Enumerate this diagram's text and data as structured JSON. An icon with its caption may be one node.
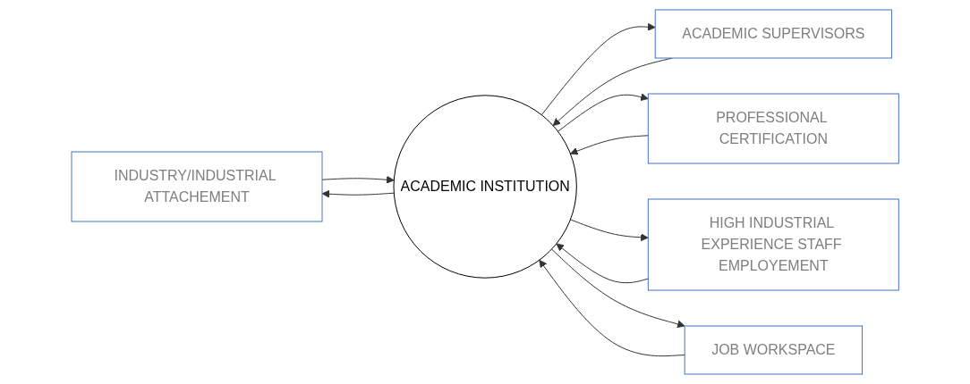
{
  "diagram": {
    "nodes": [
      {
        "text": [
          "INDUSTRY/INDUSTRIAL ATTACHEMENT"
        ]
      },
      {
        "text": [
          "ACADEMIC SUPERVISORS"
        ]
      },
      {
        "text": [
          "PROFESSIONAL CERTIFICATION"
        ]
      },
      {
        "text": [
          "HIGH INDUSTRIAL EXPERIENCE STAFF EMPLOYEMENT"
        ]
      },
      {
        "text": [
          "ACADEMIC INSTITUTION"
        ]
      },
      {
        "text": [
          "JOB WORKSPACE"
        ]
      }
    ],
    "edges": [
      {
        "from": 0,
        "to": 4,
        "arrow": "to"
      },
      {
        "from": 4,
        "to": 0,
        "arrow": "to"
      },
      {
        "from": 1,
        "to": 4,
        "arrow": "to"
      },
      {
        "from": 4,
        "to": 1,
        "arrow": "to"
      },
      {
        "from": 2,
        "to": 4,
        "arrow": "to"
      },
      {
        "from": 4,
        "to": 2,
        "arrow": "to"
      },
      {
        "from": 3,
        "to": 4,
        "arrow": "to"
      },
      {
        "from": 4,
        "to": 3,
        "arrow": "to"
      },
      {
        "from": 5,
        "to": 4,
        "arrow": "to"
      },
      {
        "from": 4,
        "to": 5,
        "arrow": "to"
      }
    ]
  }
}
